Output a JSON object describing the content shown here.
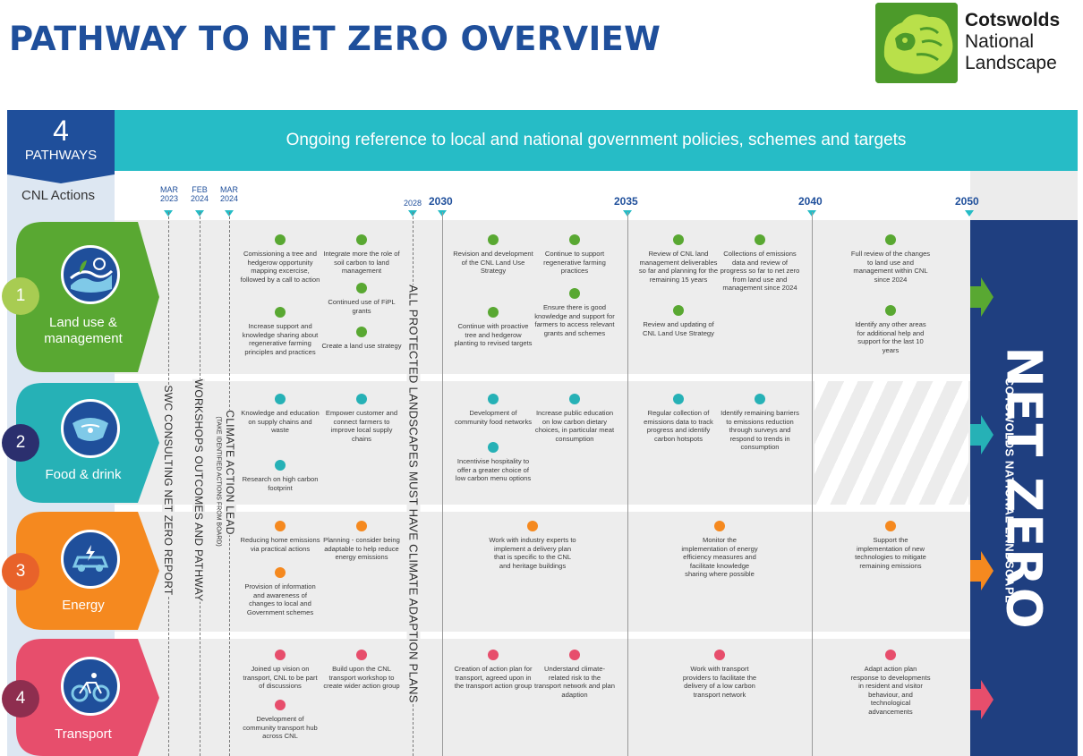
{
  "header": {
    "title": "PATHWAY TO NET ZERO OVERVIEW"
  },
  "logo": {
    "line1": "Cotswolds",
    "line2": "National",
    "line3": "Landscape"
  },
  "sidebar": {
    "count": "4",
    "count_label": "PATHWAYS",
    "actions_label": "CNL Actions"
  },
  "banner": {
    "text": "Ongoing reference to local and national government policies, schemes and targets"
  },
  "timeline": {
    "ticks": [
      {
        "label": "MAR 2023"
      },
      {
        "label": "FEB 2024"
      },
      {
        "label": "MAR 2024"
      },
      {
        "label": "2028"
      }
    ],
    "years": [
      "2030",
      "2035",
      "2040",
      "2050"
    ]
  },
  "vertical_labels": {
    "swc": "SWC CONSULTING NET ZERO REPORT",
    "workshops": "WORKSHOPS OUTCOMES AND PATHWAY",
    "climate_lead": "CLIMATE ACTION LEAD",
    "climate_lead_sub": "(TAKE IDENTIFIED ACTIONS FROM BOARD)",
    "protected": "ALL PROTECTED LANDSCAPES MUST HAVE CLIMATE ADAPTION PLANS"
  },
  "net_zero": {
    "title": "NET ZERO",
    "subtitle": "COTSWOLDS NATIONAL LANDSCAPE"
  },
  "colors": {
    "land": "#59a832",
    "food": "#26b1b6",
    "energy": "#f5891f",
    "transport": "#e74e6c",
    "navy": "#1f4f9b",
    "teal": "#26bcc6"
  },
  "pathways": [
    {
      "num": "1",
      "label": "Land use & management",
      "icon": "land-icon",
      "actions": [
        {
          "text": "Comissioning a tree and hedgerow opportunity mapping excercise, followed by a call to action"
        },
        {
          "text": "Increase support and knowledge sharing about regenerative farming principles and practices"
        },
        {
          "text": "Integrate more the role of soil carbon to land management"
        },
        {
          "text": "Continued use of FiPL grants"
        },
        {
          "text": "Create a land use strategy"
        },
        {
          "text": "Revision and development of the CNL Land Use Strategy"
        },
        {
          "text": "Continue with proactive tree and hedgerow planting to revised targets"
        },
        {
          "text": "Continue to support regenerative farming practices"
        },
        {
          "text": "Ensure there is good knowledge and support for farmers to access relevant grants and schemes"
        },
        {
          "text": "Review of CNL land management deliverables so far and planning for the remaining 15 years"
        },
        {
          "text": "Review and updating of CNL Land Use Strategy"
        },
        {
          "text": "Collections of emissions data and review of progress so far to net zero from land use and management since 2024"
        },
        {
          "text": "Full review of the changes to land use and management within CNL since 2024"
        },
        {
          "text": "Identify any other areas for additional help and support for the last 10 years"
        }
      ]
    },
    {
      "num": "2",
      "label": "Food & drink",
      "icon": "food-icon",
      "actions": [
        {
          "text": "Knowledge and education on supply chains and waste"
        },
        {
          "text": "Research on high carbon footprint"
        },
        {
          "text": "Empower customer and connect farmers to improve local supply chains"
        },
        {
          "text": "Development of community food networks"
        },
        {
          "text": "Incentivise hospitality to offer a greater choice of low carbon menu options"
        },
        {
          "text": "Increase public education on low carbon dietary choices, in particular meat consumption"
        },
        {
          "text": "Regular collection of emissions data to track progress and identify carbon hotspots"
        },
        {
          "text": "Identify remaining barriers to emissions reduction through surveys and respond to trends in consumption"
        }
      ]
    },
    {
      "num": "3",
      "label": "Energy",
      "icon": "ev-car-icon",
      "actions": [
        {
          "text": "Reducing home emissions via practical actions"
        },
        {
          "text": "Provision of information and awareness of changes to local and Government schemes"
        },
        {
          "text": "Planning - consider being adaptable to help reduce energy emissions"
        },
        {
          "text": "Work with industry experts to implement a delivery plan that is specific to the CNL and heritage buildings"
        },
        {
          "text": "Monitor the implementation of energy efficiency measures and facilitate knowledge sharing where possible"
        },
        {
          "text": "Support the implementation of new technologies to mitigate remaining emissions"
        }
      ]
    },
    {
      "num": "4",
      "label": "Transport",
      "icon": "bicycle-icon",
      "actions": [
        {
          "text": "Joined up vision on transport, CNL to be part of discussions"
        },
        {
          "text": "Development of community transport hub across CNL"
        },
        {
          "text": "Build upon the CNL transport workshop to create wider action group"
        },
        {
          "text": "Creation of action plan for transport, agreed upon in the transport action group"
        },
        {
          "text": "Understand climate-related risk to the transport network and plan adaption"
        },
        {
          "text": "Work with transport providers to facilitate the delivery of a low carbon transport network"
        },
        {
          "text": "Adapt action plan response to developments in resident and visitor behaviour, and technological advancements"
        }
      ]
    }
  ]
}
